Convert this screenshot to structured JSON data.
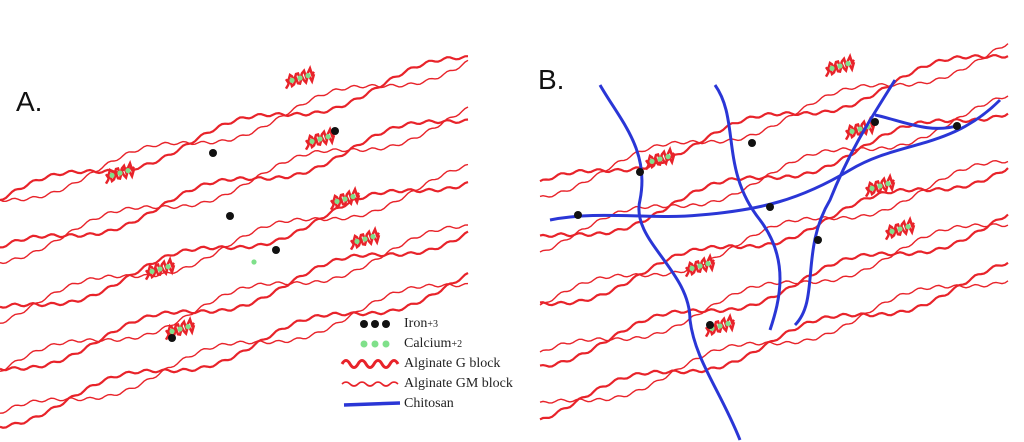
{
  "panels": {
    "a_label": "A.",
    "b_label": "B."
  },
  "legend": {
    "iron": "Iron",
    "iron_charge": "+3",
    "calcium": "Calcium",
    "calcium_charge": "+2",
    "g_block": "Alginate G block",
    "gm_block": "Alginate GM block",
    "chitosan": "Chitosan"
  },
  "colors": {
    "alginate": "#e8232a",
    "chitosan": "#2a36d6",
    "iron": "#111111",
    "calcium": "#7fe08a"
  }
}
